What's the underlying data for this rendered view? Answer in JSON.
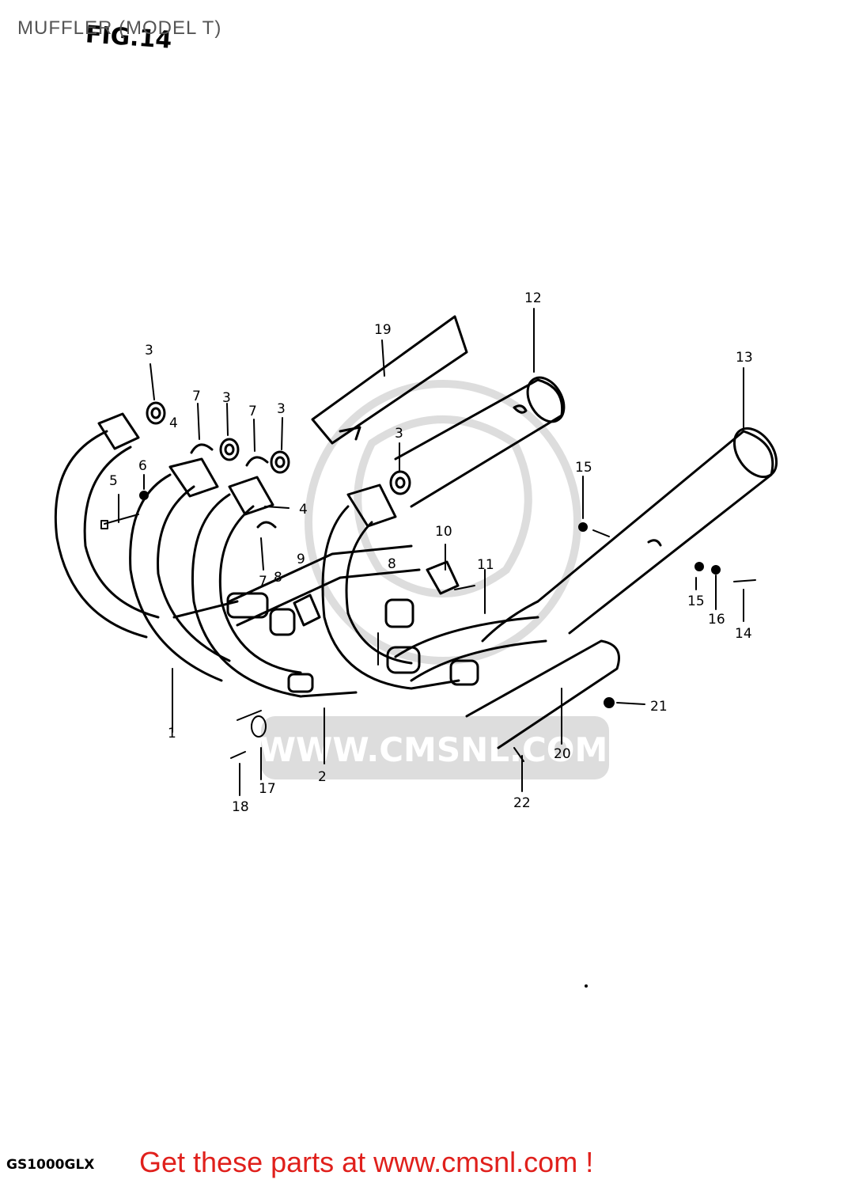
{
  "header": {
    "title": "MUFFLER (MODEL T)",
    "fig_label": "FIG.14"
  },
  "watermark": {
    "url_text": "WWW.CMSNL.COM"
  },
  "callouts": {
    "c1": "1",
    "c2": "2",
    "c3a": "3",
    "c3b": "3",
    "c3c": "3",
    "c3d": "3",
    "c4a": "4",
    "c4b": "4",
    "c5": "5",
    "c6": "6",
    "c7a": "7",
    "c7b": "7",
    "c7c": "7",
    "c8a": "8",
    "c8b": "8",
    "c9": "9",
    "c10": "10",
    "c11": "11",
    "c12": "12",
    "c13": "13",
    "c14": "14",
    "c15a": "15",
    "c15b": "15",
    "c16": "16",
    "c17": "17",
    "c18": "18",
    "c19": "19",
    "c20": "20",
    "c21": "21",
    "c22": "22"
  },
  "footer": {
    "model_code": "GS1000GLX",
    "cta": "Get these parts at www.cmsnl.com !"
  },
  "colors": {
    "cta": "#e0201c",
    "line": "#000000",
    "watermark": "#dddddd"
  }
}
